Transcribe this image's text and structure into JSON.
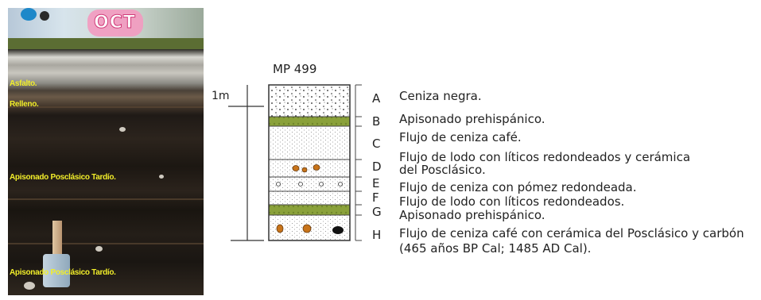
{
  "photo": {
    "graffiti_text": "OCT",
    "labels": {
      "asfalto": "Asfalto.",
      "relleno": "Relleno.",
      "aps_tardio_1": "Apisonado Posclásico Tardío.",
      "aps_tardio_2": "Apisonado Posclásico Tardío."
    }
  },
  "column": {
    "title": "MP 499",
    "scale_label": "1m"
  },
  "layers": [
    {
      "letter": "A",
      "description": "Ceniza negra."
    },
    {
      "letter": "B",
      "description": "Apisonado prehispánico."
    },
    {
      "letter": "C",
      "description": "Flujo de ceniza café."
    },
    {
      "letter": "D",
      "description": "Flujo de lodo con líticos redondeados y cerámica del Posclásico."
    },
    {
      "letter": "E",
      "description": "Flujo de ceniza con pómez redondeada."
    },
    {
      "letter": "F",
      "description": "Flujo de lodo con líticos redondeados."
    },
    {
      "letter": "G",
      "description": "Apisonado prehispánico."
    },
    {
      "letter": "H",
      "description": "Flujo de ceniza café con cerámica del Posclásico y carbón (465 años BP Cal; 1485 AD Cal)."
    }
  ],
  "colors": {
    "apisonado_green": "#8aa13a",
    "ceramic_orange": "#c8741a",
    "label_yellow": "#f2ee2a"
  }
}
